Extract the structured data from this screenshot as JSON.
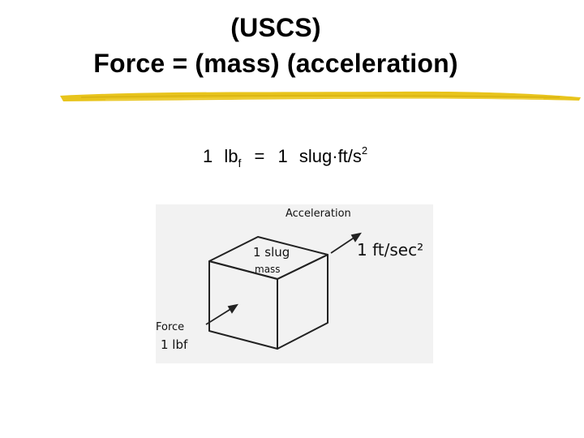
{
  "slide": {
    "title_line1": "(USCS)",
    "title_line2": "Force = (mass) (acceleration)",
    "accent_color": "#e8c41c"
  },
  "equation": {
    "lhs_number": "1",
    "lhs_unit": "lb",
    "lhs_subscript": "f",
    "equals": "=",
    "rhs_number": "1",
    "rhs_unit_a": "slug",
    "rhs_dot": "·",
    "rhs_unit_b": "ft/s",
    "rhs_superscript": "2"
  },
  "figure": {
    "acceleration_label": "Acceleration",
    "mass_value": "1 slug",
    "mass_label": "mass",
    "acceleration_value": "1 ft/sec²",
    "force_label": "Force",
    "force_value": "1 lbf"
  }
}
